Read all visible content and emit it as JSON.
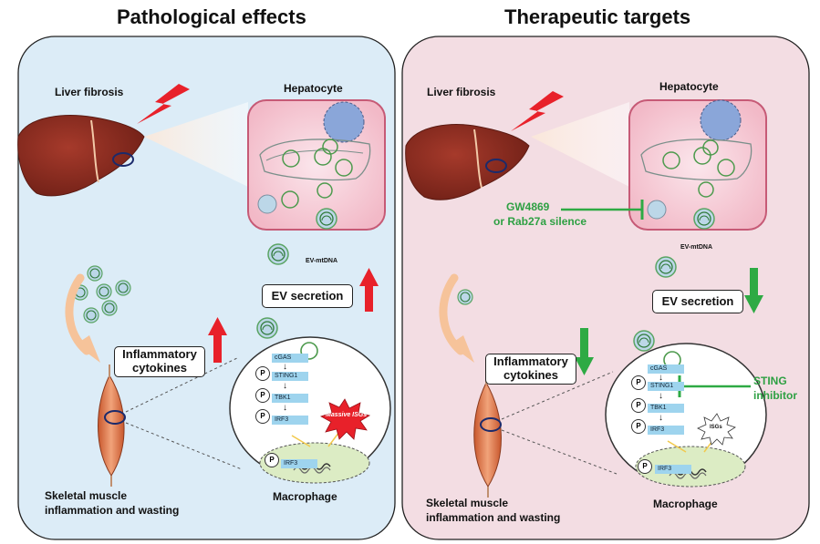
{
  "titles": {
    "left": "Pathological effects",
    "right": "Therapeutic targets"
  },
  "labels": {
    "liver_fibrosis": "Liver fibrosis",
    "hepatocyte": "Hepatocyte",
    "ev_mtdna": "EV-mtDNA",
    "ev_secretion": "EV secretion",
    "inflammatory_cytokines_1": "Inflammatory",
    "inflammatory_cytokines_2": "cytokines",
    "skeletal_1": "Skeletal muscle",
    "skeletal_2": "inflammation and wasting",
    "macrophage": "Macrophage",
    "massive_isgs": "Massive ISGs",
    "isgs": "ISGs",
    "gw4869_1": "GW4869",
    "gw4869_2": "or Rab27a silence",
    "sting_inhibitor_1": "STING",
    "sting_inhibitor_2": "inhibitor"
  },
  "pathway": [
    "cGAS",
    "STING1",
    "TBK1",
    "IRF3",
    "IRF3"
  ],
  "p_label": "P",
  "colors": {
    "left_panel": "#dcecf7",
    "right_panel": "#f3dde3",
    "up_arrow": "#e8212a",
    "down_arrow": "#2eaa44",
    "inhibition": "#2eaa44",
    "vesicle": "#5aa463",
    "liver": "#8b2c20"
  },
  "icons": [
    "lightning-icon",
    "liver-icon",
    "muscle-icon",
    "vesicle-icon",
    "mtdna-icon",
    "dna-icon",
    "burst-icon"
  ]
}
